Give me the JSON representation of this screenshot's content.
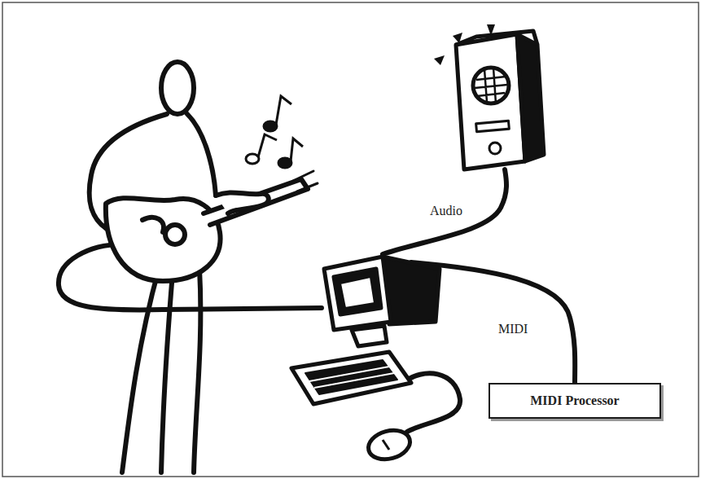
{
  "diagram": {
    "nodes": [
      {
        "text": [
          "MIDI Processor"
        ]
      }
    ],
    "labels": [
      "Audio",
      "MIDI"
    ]
  }
}
